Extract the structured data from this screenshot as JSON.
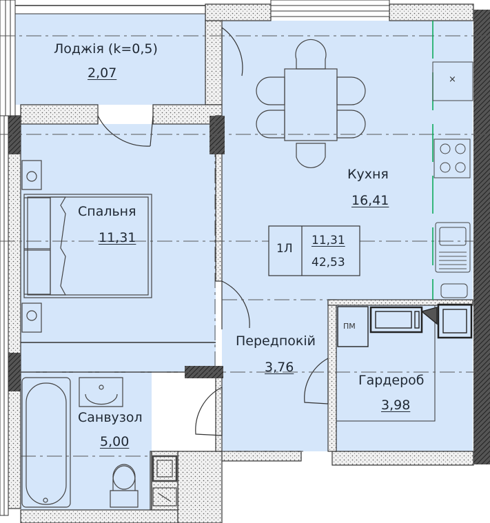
{
  "rooms": {
    "loggia": {
      "name": "Лоджія (k=0,5)",
      "area": "2,07"
    },
    "kitchen": {
      "name": "Кухня",
      "area": "16,41"
    },
    "bedroom": {
      "name": "Спальня",
      "area": "11,31"
    },
    "hall": {
      "name": "Передпокій",
      "area": "3,76"
    },
    "wardrobe": {
      "name": "Гардероб",
      "area": "3,98"
    },
    "bathroom": {
      "name": "Санвузол",
      "area": "5,00"
    }
  },
  "summary": {
    "rooms": "1Л",
    "living_area": "11,31",
    "total_area": "42,53"
  },
  "fixtures": {
    "utility_label": "ПМ",
    "hood_mark": "×"
  },
  "colors": {
    "room_fill": "#d5e6fa",
    "wall": "#333333",
    "insulation": "#f1f1f1",
    "dashed": "#555555",
    "accent": "#00a651"
  }
}
